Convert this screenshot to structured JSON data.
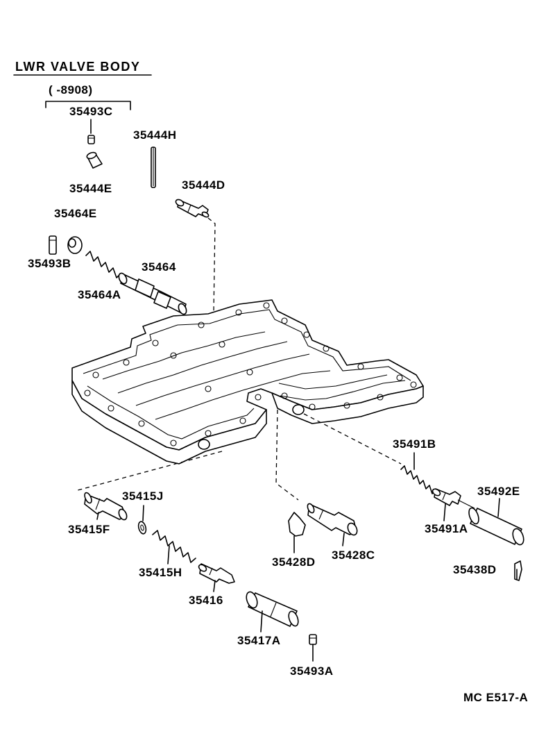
{
  "title": "LWR  VALVE  BODY",
  "date_range": "(      -8908)",
  "diagram_code": "MC E517-A",
  "parts": [
    "35493C",
    "35444H",
    "35444E",
    "35444D",
    "35464E",
    "35493B",
    "35464",
    "35464A",
    "35491B",
    "35492E",
    "35415J",
    "35415F",
    "35491A",
    "35428D",
    "35428C",
    "35415H",
    "35438D",
    "35416",
    "35417A",
    "35493A"
  ]
}
